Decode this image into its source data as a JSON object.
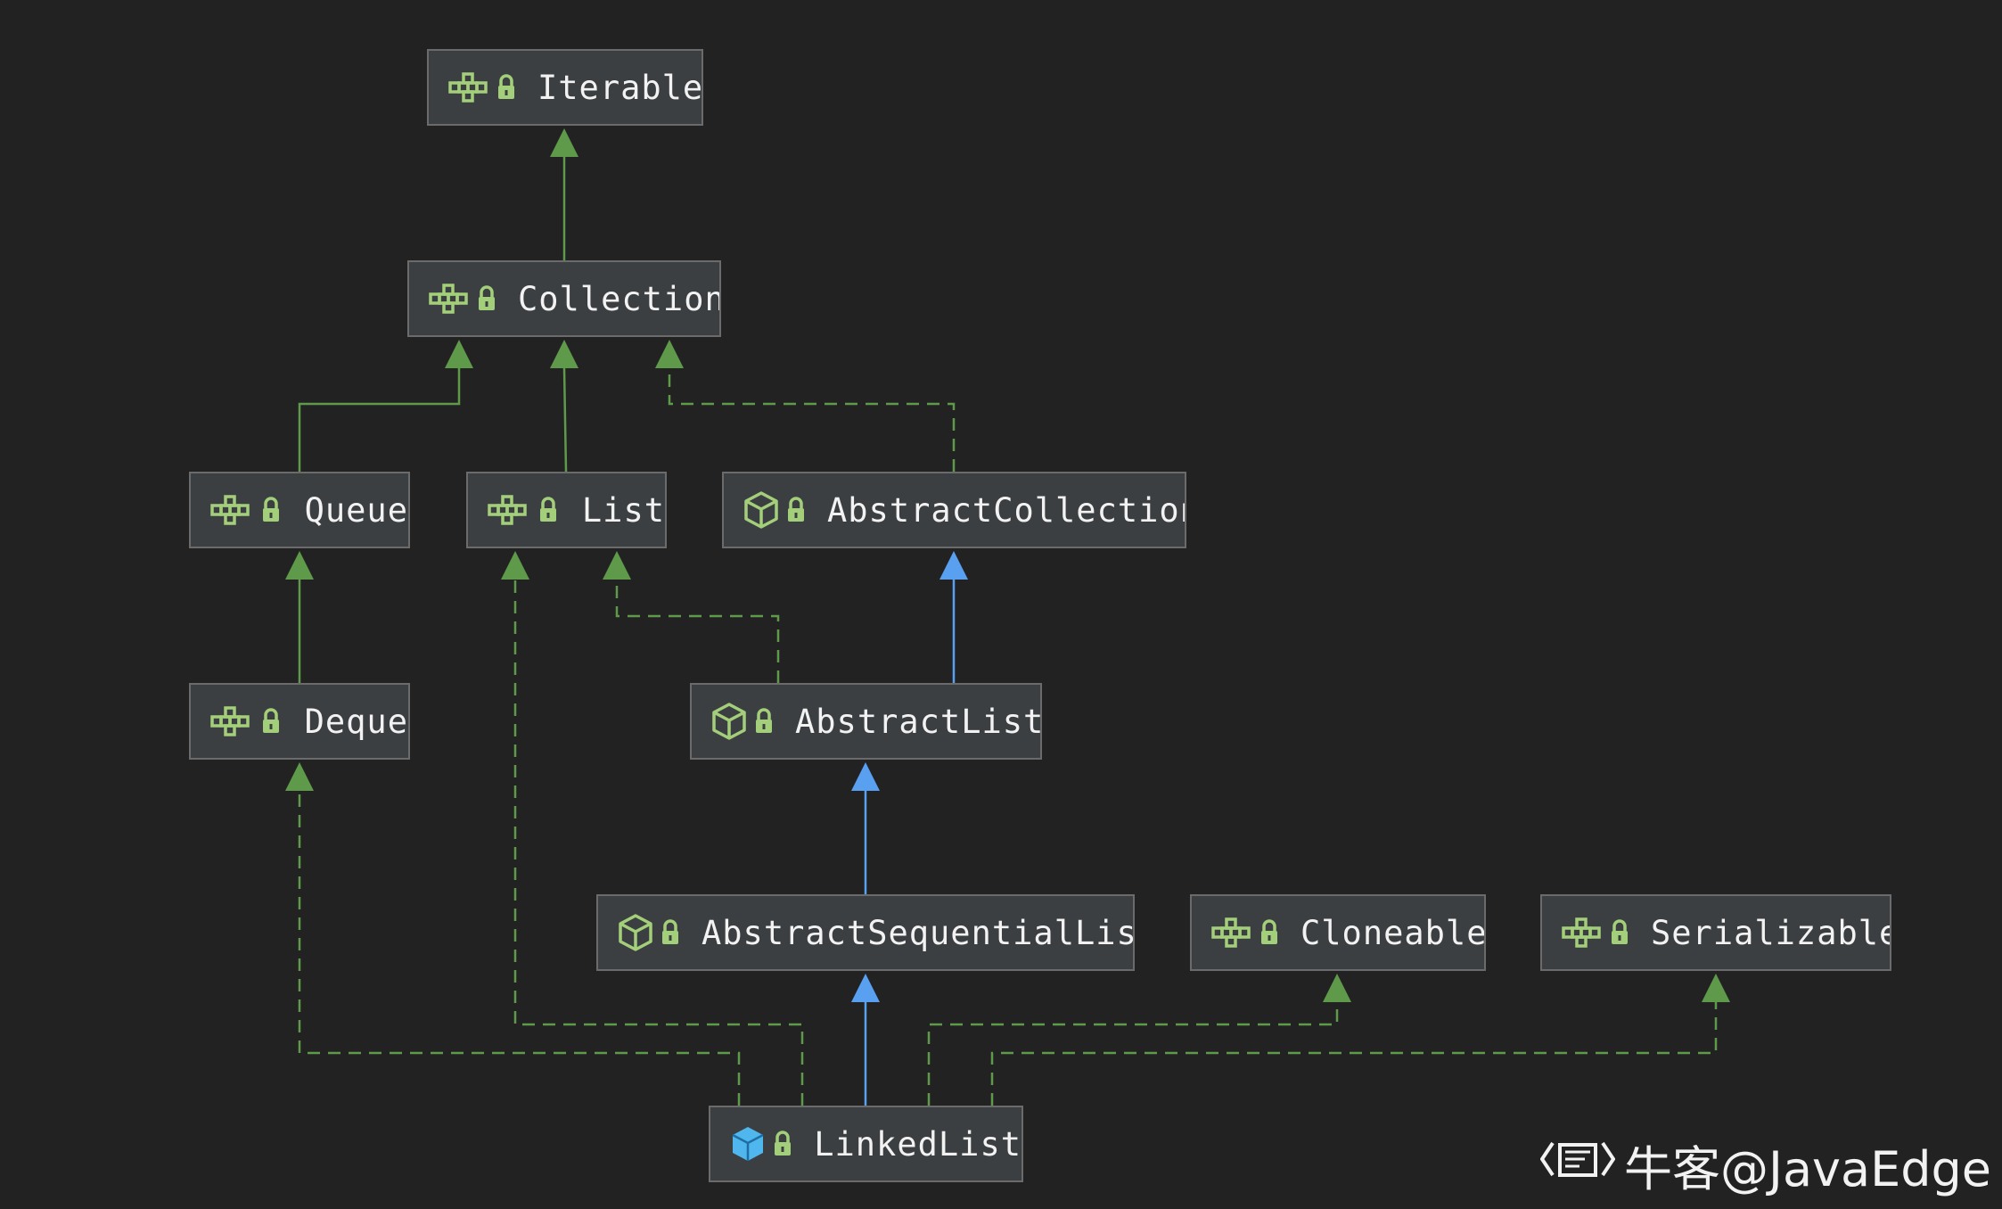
{
  "diagram": {
    "nodes": [
      {
        "id": "iterable",
        "label": "Iterable",
        "kind": "interface"
      },
      {
        "id": "collection",
        "label": "Collection",
        "kind": "interface"
      },
      {
        "id": "queue",
        "label": "Queue",
        "kind": "interface"
      },
      {
        "id": "list",
        "label": "List",
        "kind": "interface"
      },
      {
        "id": "abstract_collection",
        "label": "AbstractCollection",
        "kind": "abstract-class"
      },
      {
        "id": "deque",
        "label": "Deque",
        "kind": "interface"
      },
      {
        "id": "abstract_list",
        "label": "AbstractList",
        "kind": "abstract-class"
      },
      {
        "id": "abstract_sequential_list",
        "label": "AbstractSequentialList",
        "kind": "abstract-class"
      },
      {
        "id": "cloneable",
        "label": "Cloneable",
        "kind": "interface"
      },
      {
        "id": "serializable",
        "label": "Serializable",
        "kind": "interface"
      },
      {
        "id": "linked_list",
        "label": "LinkedList",
        "kind": "class"
      }
    ],
    "edges": [
      {
        "from": "collection",
        "to": "iterable",
        "type": "extends"
      },
      {
        "from": "queue",
        "to": "collection",
        "type": "extends"
      },
      {
        "from": "list",
        "to": "collection",
        "type": "extends"
      },
      {
        "from": "abstract_collection",
        "to": "collection",
        "type": "implements"
      },
      {
        "from": "deque",
        "to": "queue",
        "type": "extends"
      },
      {
        "from": "abstract_list",
        "to": "list",
        "type": "implements"
      },
      {
        "from": "abstract_list",
        "to": "abstract_collection",
        "type": "class-extends"
      },
      {
        "from": "abstract_sequential_list",
        "to": "abstract_list",
        "type": "class-extends"
      },
      {
        "from": "linked_list",
        "to": "abstract_sequential_list",
        "type": "class-extends"
      },
      {
        "from": "linked_list",
        "to": "deque",
        "type": "implements"
      },
      {
        "from": "linked_list",
        "to": "list",
        "type": "implements"
      },
      {
        "from": "linked_list",
        "to": "cloneable",
        "type": "implements"
      },
      {
        "from": "linked_list",
        "to": "serializable",
        "type": "implements"
      }
    ],
    "colors": {
      "background": "#222223",
      "node_fill": "#3c3f41",
      "node_border": "#6b6b6b",
      "interface_edge": "#5e9a4a",
      "class_edge": "#5aa0f0",
      "icon_green": "#a4cf7a",
      "class_icon_blue": "#4fb7ee"
    }
  },
  "watermark": {
    "icon": "nowcoder-logo-icon",
    "text": "牛客@JavaEdge"
  }
}
